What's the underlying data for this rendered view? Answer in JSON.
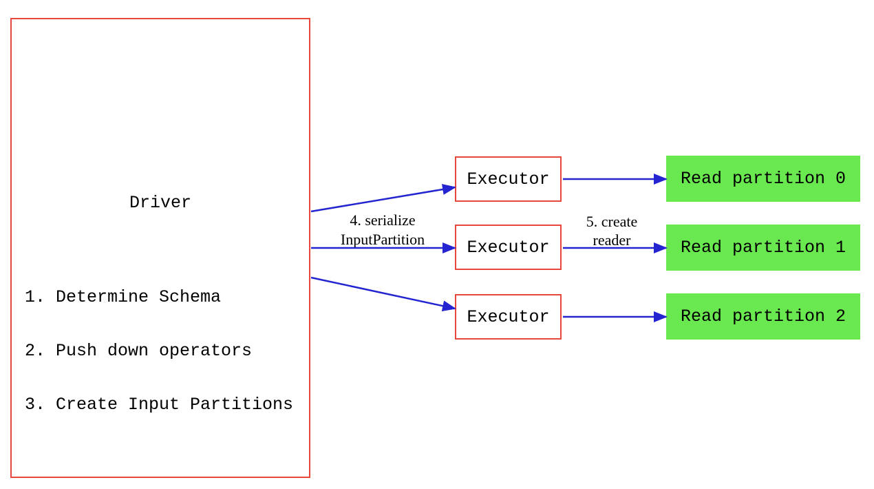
{
  "colors": {
    "box_border": "#e8473b",
    "arrow_color": "#2424d0",
    "partition_fill": "#6ae84f",
    "text_color": "#000000",
    "bg_color": "#ffffff"
  },
  "driver": {
    "title": "Driver",
    "steps": [
      "1. Determine Schema",
      "2. Push down operators",
      "3. Create Input Partitions"
    ]
  },
  "executors": [
    {
      "label": "Executor"
    },
    {
      "label": "Executor"
    },
    {
      "label": "Executor"
    }
  ],
  "partitions": [
    {
      "label": "Read partition 0"
    },
    {
      "label": "Read partition 1"
    },
    {
      "label": "Read partition 2"
    }
  ],
  "edge_labels": {
    "serialize": {
      "line1": "4. serialize",
      "line2": "InputPartition"
    },
    "create_reader": {
      "line1": "5. create",
      "line2": "reader"
    }
  }
}
